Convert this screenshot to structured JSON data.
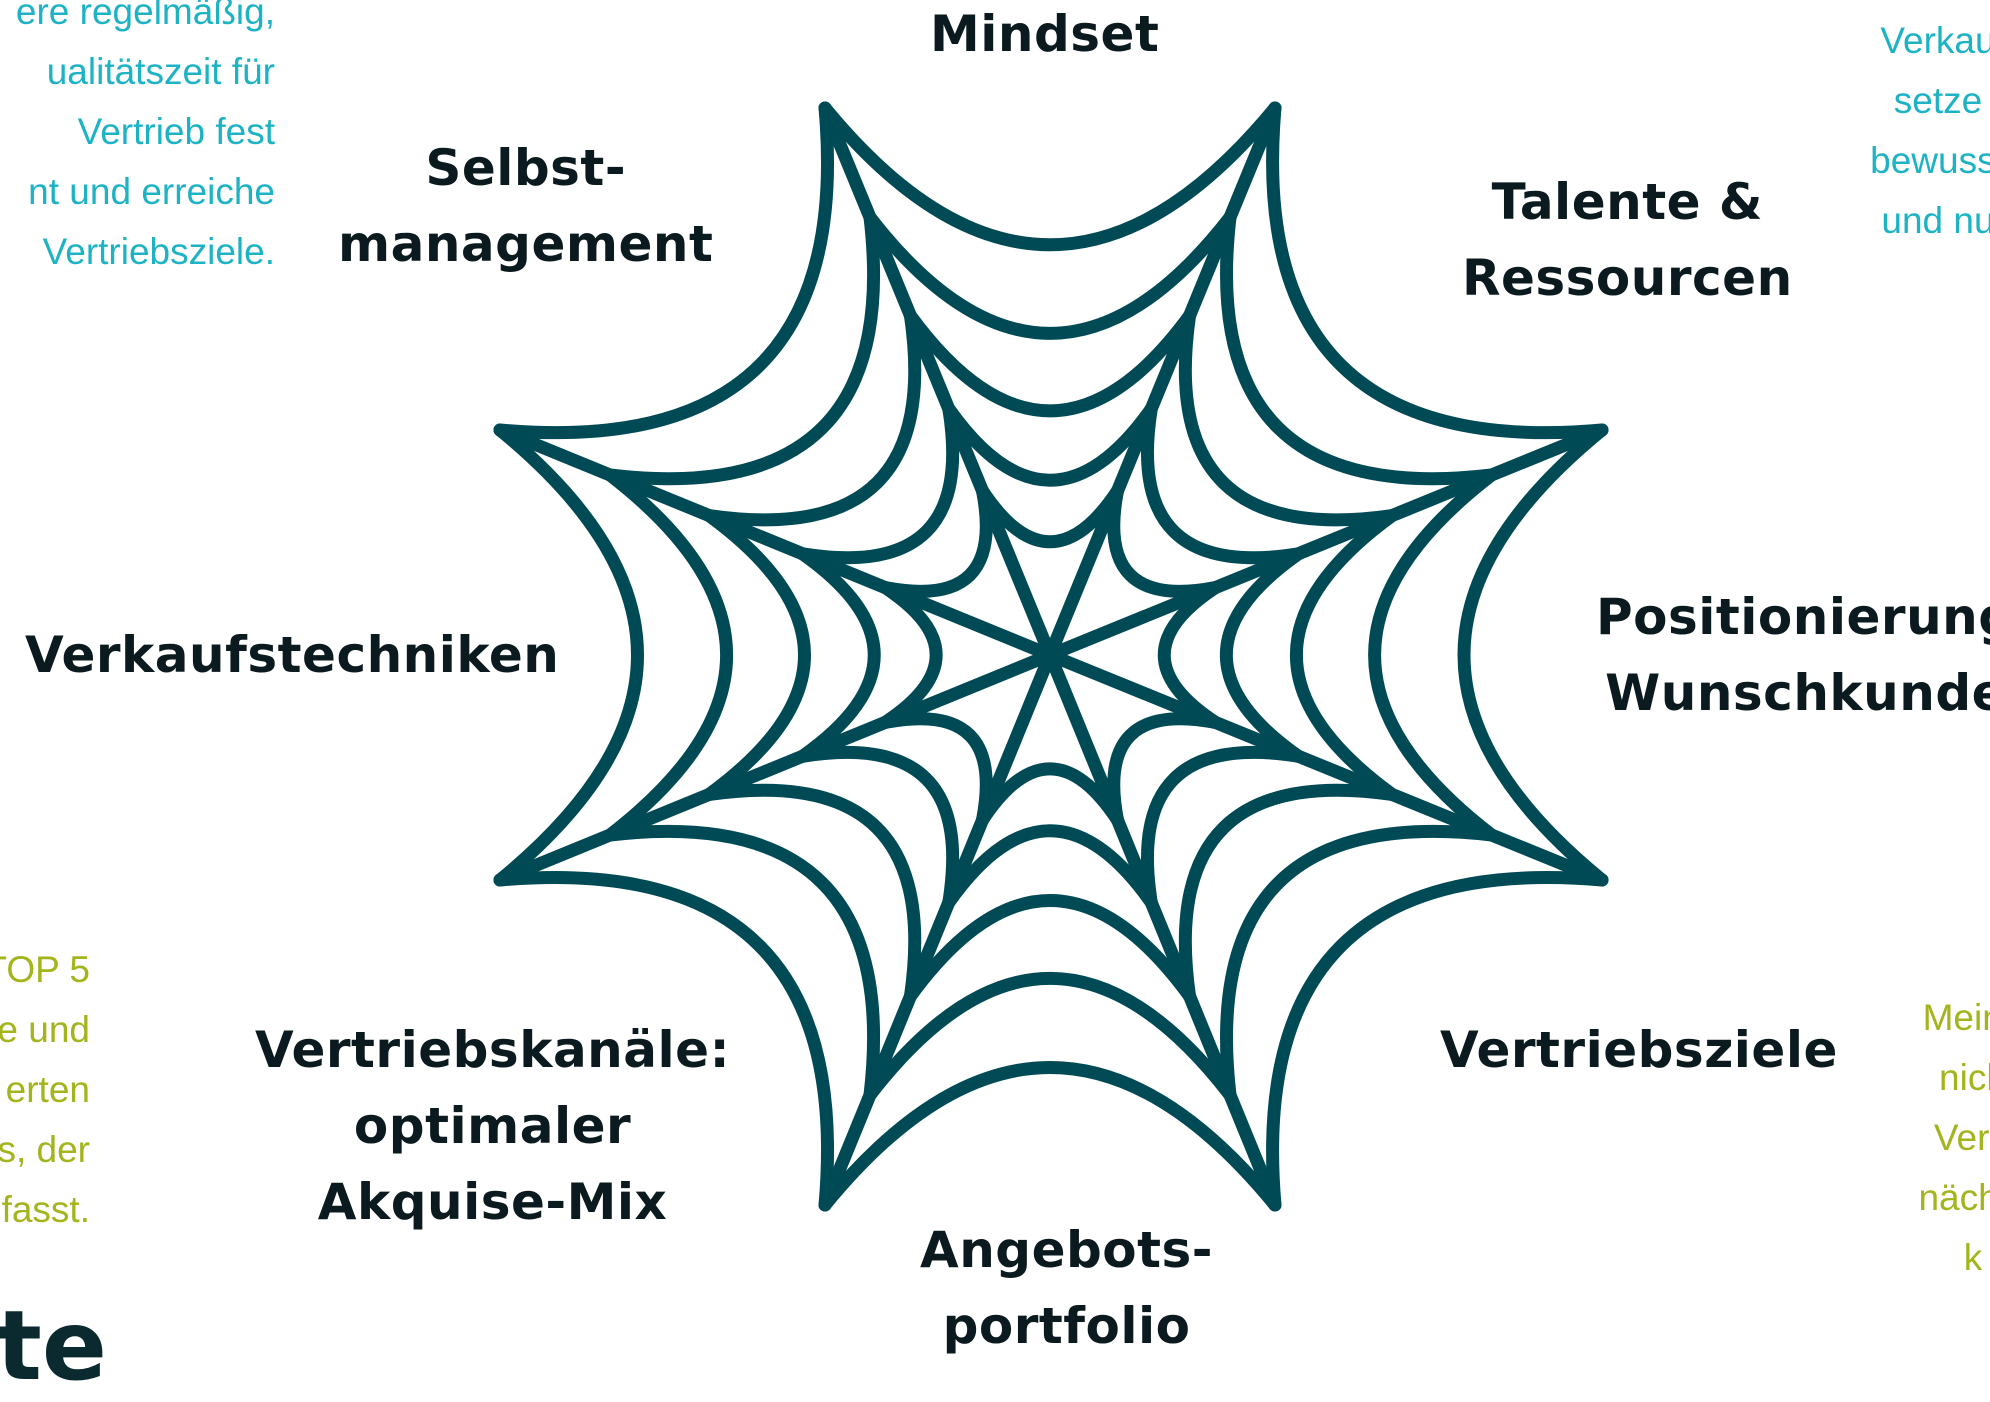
{
  "colors": {
    "web": "#004a55",
    "label": "#0b1a1e",
    "note_teal": "#1eb3c4",
    "note_olive": "#a4b41c",
    "background": "#ffffff"
  },
  "labels": {
    "mindset": "Mindset",
    "selbstmanagement": [
      "Selbst-",
      "management"
    ],
    "talente": [
      "Talente &",
      "Ressourcen"
    ],
    "verkaufstechniken": "Verkaufstechniken",
    "positionierung": [
      "Positionierung /",
      "Wunschkunden"
    ],
    "vertriebskanaele": [
      "Vertriebskanäle:",
      "optimaler",
      "Akquise-Mix"
    ],
    "vertriebsziele": "Vertriebsziele",
    "angebotsportfolio": [
      "Angebots-",
      "portfolio"
    ]
  },
  "notes": {
    "top_left": [
      "ere regelmäßig,",
      "ualitätszeit für",
      "Vertrieb fest",
      "nt und erreiche",
      "Vertriebsziele."
    ],
    "top_right": [
      "Verkau",
      "setze",
      "bewusst",
      "und nu"
    ],
    "bottom_left": [
      "TOP 5",
      "e und",
      "erten",
      "s, der",
      "fasst."
    ],
    "bottom_right": [
      "Meine",
      "nich",
      "Vertr",
      "nächst",
      "k"
    ]
  },
  "fragment_bottom_left": "te",
  "icons": {
    "web": "spider-web-icon"
  }
}
